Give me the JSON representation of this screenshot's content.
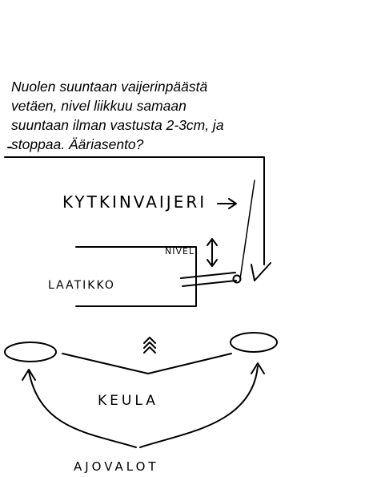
{
  "note": {
    "lines": [
      "Nuolen suuntaan vaijerinpäästä",
      "vetäen, nivel liikkuu samaan",
      "suuntaan ilman vastusta 2-3cm, ja",
      "stoppaa. Ääriasento?"
    ]
  },
  "labels": {
    "cable": "KYTKINVAIJERI",
    "joint": "NIVEL",
    "box": "LAATIKKO",
    "bow": "KEULA",
    "lights": "AJOVALOT"
  },
  "colors": {
    "ink": "#000000",
    "background": "#ffffff"
  }
}
